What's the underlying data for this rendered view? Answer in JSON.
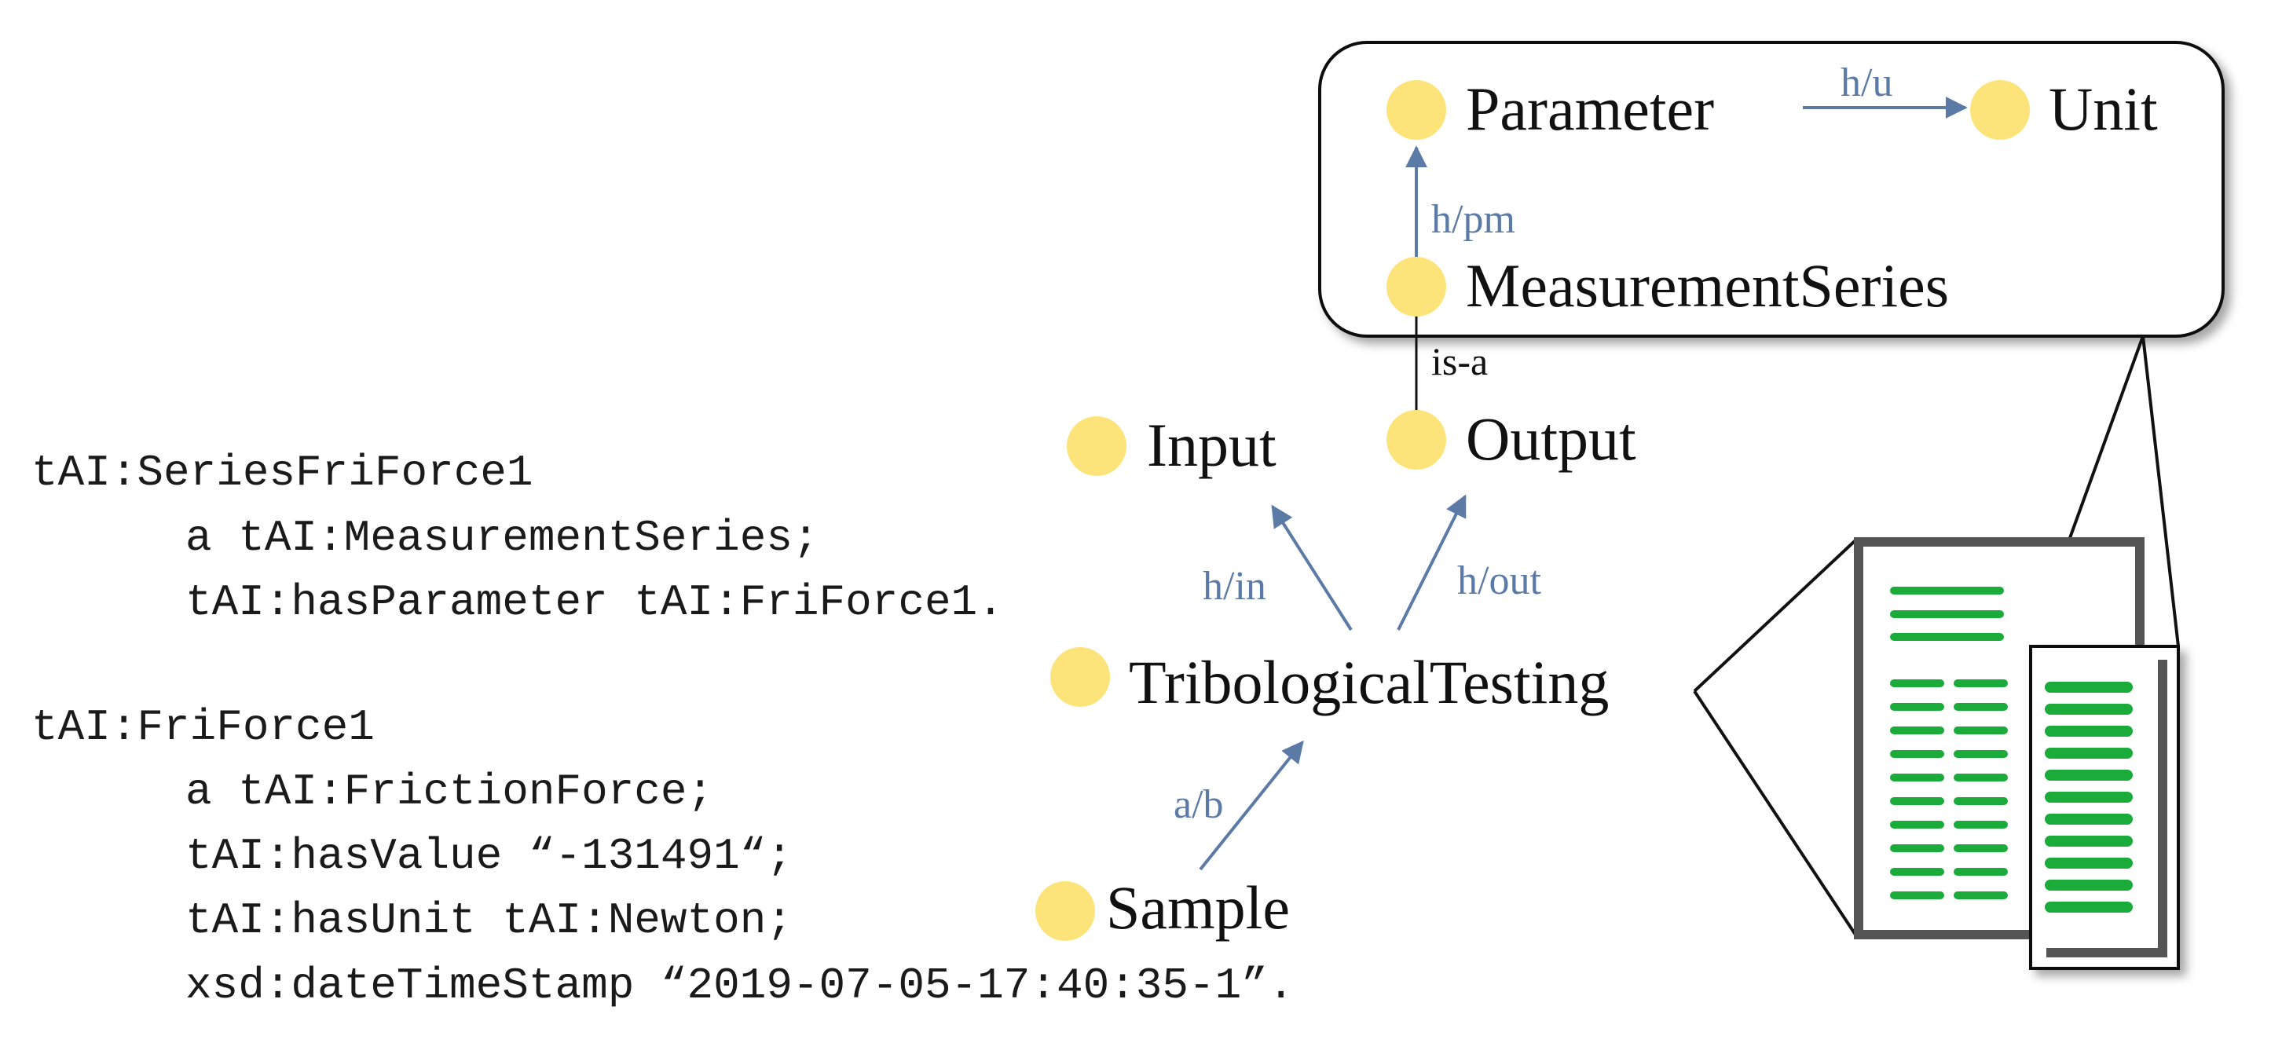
{
  "code": [
    {
      "text": "tAI:SeriesFriForce1",
      "indent": false
    },
    {
      "text": "a tAI:MeasurementSeries;",
      "indent": true
    },
    {
      "text": "tAI:hasParameter tAI:FriForce1.",
      "indent": true
    },
    {
      "text": "",
      "indent": false
    },
    {
      "text": "tAI:FriForce1",
      "indent": false
    },
    {
      "text": "a tAI:FrictionForce;",
      "indent": true
    },
    {
      "text": "tAI:hasValue “-131491“;",
      "indent": true
    },
    {
      "text": "tAI:hasUnit tAI:Newton;",
      "indent": true
    },
    {
      "text": "xsd:dateTimeStamp “2019-07-05-17:40:35-1”.",
      "indent": true
    }
  ],
  "nodes": {
    "parameter": "Parameter",
    "unit": "Unit",
    "measurement_series": "MeasurementSeries",
    "input": "Input",
    "output": "Output",
    "tribological_testing": "TribologicalTesting",
    "sample": "Sample"
  },
  "edges": {
    "has_unit": "h/u",
    "has_parameter": "h/pm",
    "is_a": "is-a",
    "has_input": "h/in",
    "has_output": "h/out",
    "about": "a/b"
  },
  "colors": {
    "node": "#fde47a",
    "edge": "#5b7aa6",
    "document_line": "#1aab3a",
    "document_frame": "#555555"
  },
  "icons": [
    "document-icon"
  ]
}
